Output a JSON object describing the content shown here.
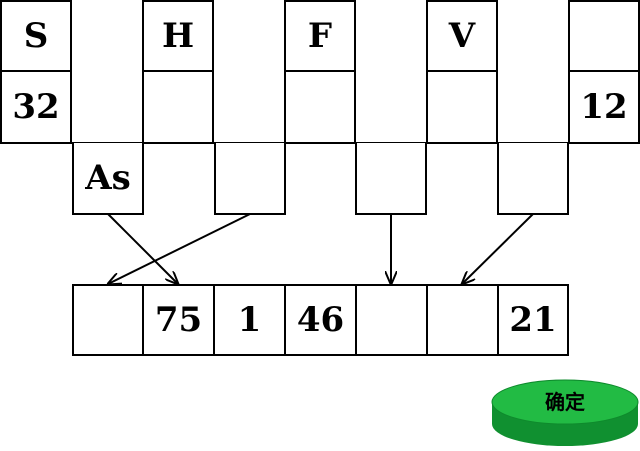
{
  "top_row": [
    {
      "label": "S",
      "value": "32"
    },
    {
      "label": "H",
      "value": ""
    },
    {
      "label": "F",
      "value": ""
    },
    {
      "label": "V",
      "value": ""
    },
    {
      "label": "",
      "value": "12"
    }
  ],
  "middle_row": [
    "As",
    "",
    "",
    ""
  ],
  "bottom_row": [
    "",
    "75",
    "1",
    "46",
    "",
    "",
    "21"
  ],
  "confirm_button": {
    "label": "确定"
  },
  "colors": {
    "button_fill": "#22bb44",
    "button_dark": "#109030",
    "border": "#000000"
  }
}
